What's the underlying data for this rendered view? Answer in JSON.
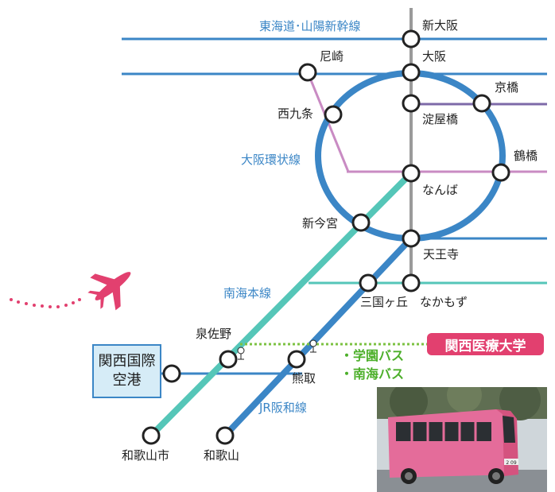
{
  "lines": {
    "shinkansen": "東海道･山陽新幹線",
    "loop": "大阪環状線",
    "nankai": "南海本線",
    "hanwa": "JR阪和線"
  },
  "stations": {
    "shin_osaka": "新大阪",
    "osaka": "大阪",
    "amagasaki": "尼崎",
    "kyobashi": "京橋",
    "yodoyabashi": "淀屋橋",
    "nishikujo": "西九条",
    "tsuruhashi": "鶴橋",
    "namba": "なんば",
    "shin_imamiya": "新今宮",
    "tennoji": "天王寺",
    "mikunigaoka": "三国ヶ丘",
    "nakamozu": "なかもず",
    "izumisano": "泉佐野",
    "kumatori": "熊取",
    "wakayamashi": "和歌山市",
    "wakayama": "和歌山"
  },
  "airport": {
    "line1": "関西国際",
    "line2": "空港"
  },
  "university": "関西医療大学",
  "bus": {
    "gakuen": "・学園バス",
    "nankai": "・南海バス"
  },
  "photo": {
    "plate": "2 09"
  },
  "colors": {
    "jr_blue": "#3b86c6",
    "nankai_teal": "#55c6b8",
    "pink_line": "#c98bc3",
    "purple_line": "#7e6aa8",
    "gray_line": "#9a9a9a",
    "bus_green": "#7cc242",
    "accent_pink": "#e2406f"
  },
  "icons": [
    "airplane-icon",
    "bus-stop-icon",
    "bus-photo"
  ]
}
